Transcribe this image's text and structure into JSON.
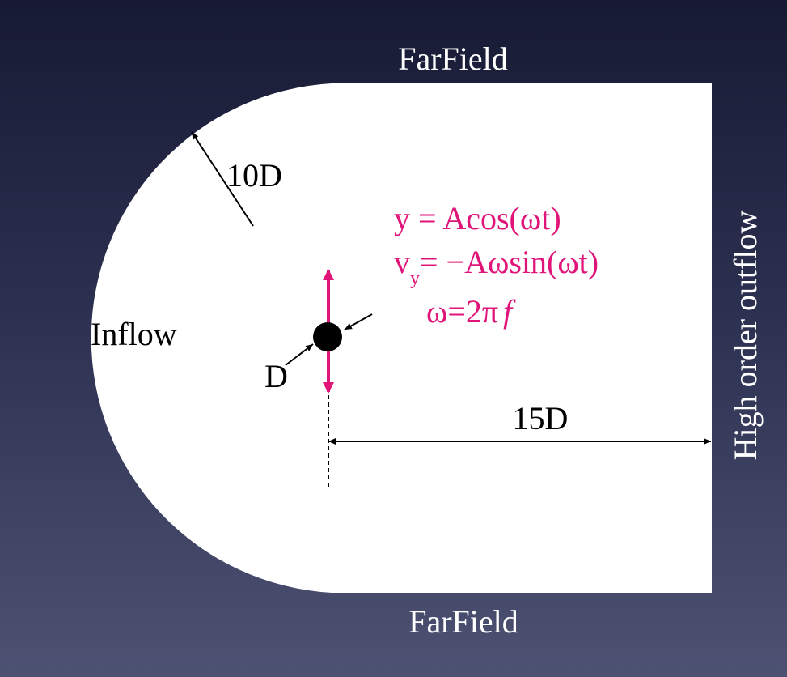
{
  "labels": {
    "farfield_top": "FarField",
    "farfield_bottom": "FarField",
    "outflow": "High order outflow",
    "inflow": "Inflow",
    "radius": "10D",
    "cylinder_diameter": "D",
    "downstream_length": "15D"
  },
  "equations": {
    "position_line": "y = Acos(ωt)",
    "velocity_v": "v",
    "velocity_sub": "y",
    "velocity_rest": "= −Aωsin(ωt)",
    "omega_lhs": "ω=2π",
    "omega_f": "f"
  },
  "colors": {
    "accent": "#e0157a",
    "domain_fill": "#ffffff",
    "text_on_dark": "#ffffff",
    "text_on_light": "#000000",
    "cylinder": "#000000"
  }
}
